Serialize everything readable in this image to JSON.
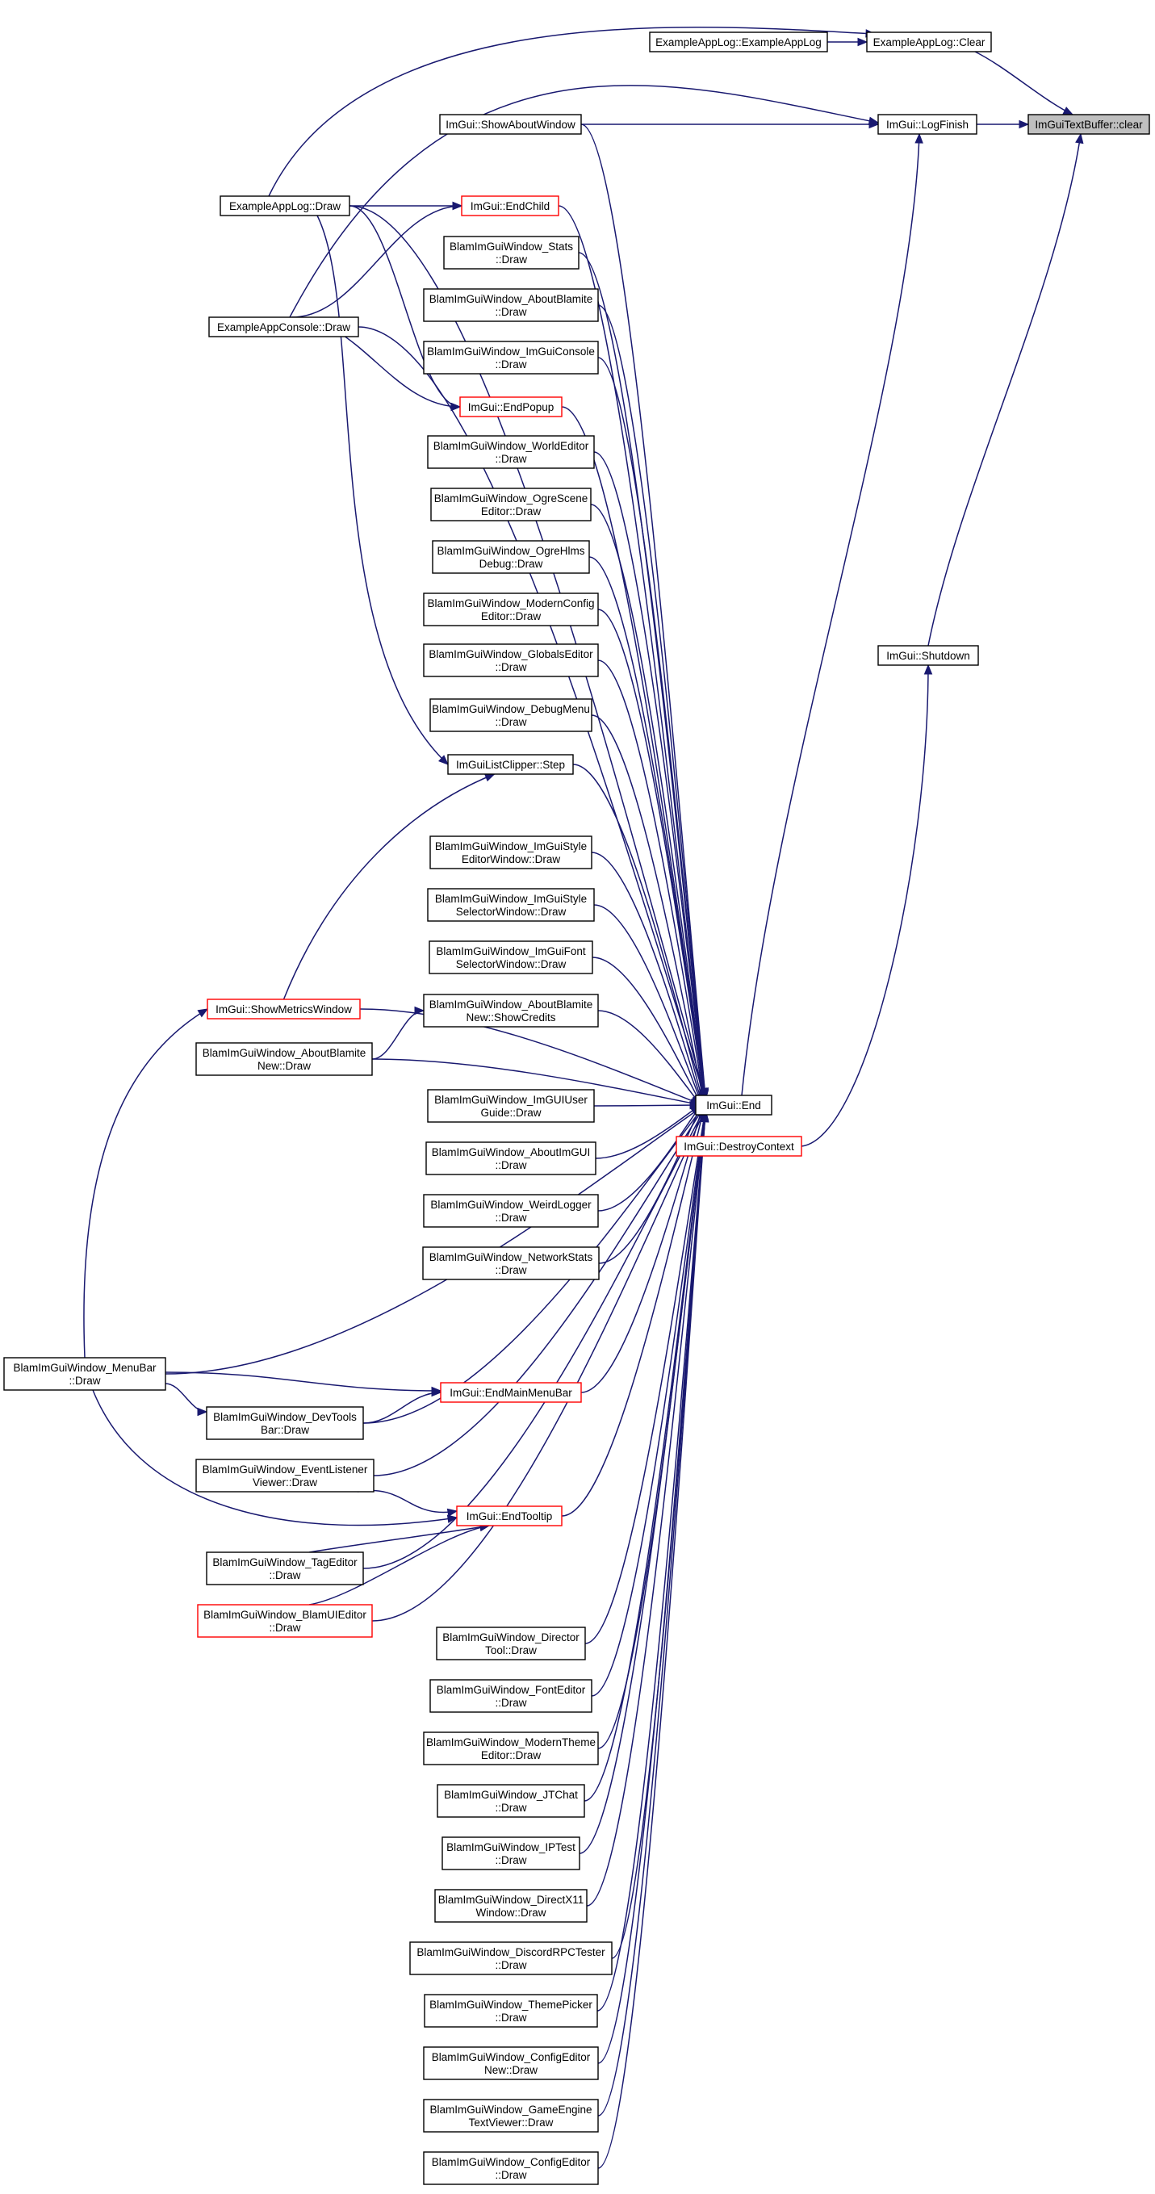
{
  "colors": {
    "edge": "#191970",
    "node_border": "#000000",
    "truncated_border": "#ff0000",
    "root_fill": "#bfbfbf",
    "background": "#ffffff"
  },
  "nodes": [
    {
      "id": "textbuffer_clear",
      "lines": [
        "ImGuiTextBuffer::clear"
      ],
      "style": "root"
    },
    {
      "id": "exlog_clear",
      "lines": [
        "ExampleAppLog::Clear"
      ],
      "style": "normal"
    },
    {
      "id": "exlog_ctor",
      "lines": [
        "ExampleAppLog::ExampleAppLog"
      ],
      "style": "normal"
    },
    {
      "id": "logfinish",
      "lines": [
        "ImGui::LogFinish"
      ],
      "style": "normal"
    },
    {
      "id": "showabout",
      "lines": [
        "ImGui::ShowAboutWindow"
      ],
      "style": "normal"
    },
    {
      "id": "exlog_draw",
      "lines": [
        "ExampleAppLog::Draw"
      ],
      "style": "normal"
    },
    {
      "id": "endchild",
      "lines": [
        "ImGui::EndChild"
      ],
      "style": "red"
    },
    {
      "id": "stats",
      "lines": [
        "BlamImGuiWindow_Stats",
        "::Draw"
      ],
      "style": "normal"
    },
    {
      "id": "exconsole_draw",
      "lines": [
        "ExampleAppConsole::Draw"
      ],
      "style": "normal"
    },
    {
      "id": "aboutblamite",
      "lines": [
        "BlamImGuiWindow_AboutBlamite",
        "::Draw"
      ],
      "style": "normal"
    },
    {
      "id": "imguiconsole",
      "lines": [
        "BlamImGuiWindow_ImGuiConsole",
        "::Draw"
      ],
      "style": "normal"
    },
    {
      "id": "endpopup",
      "lines": [
        "ImGui::EndPopup"
      ],
      "style": "red"
    },
    {
      "id": "worldeditor",
      "lines": [
        "BlamImGuiWindow_WorldEditor",
        "::Draw"
      ],
      "style": "normal"
    },
    {
      "id": "ogrescene",
      "lines": [
        "BlamImGuiWindow_OgreScene",
        "Editor::Draw"
      ],
      "style": "normal"
    },
    {
      "id": "ogrehlms",
      "lines": [
        "BlamImGuiWindow_OgreHlms",
        "Debug::Draw"
      ],
      "style": "normal"
    },
    {
      "id": "modernconfig",
      "lines": [
        "BlamImGuiWindow_ModernConfig",
        "Editor::Draw"
      ],
      "style": "normal"
    },
    {
      "id": "shutdown",
      "lines": [
        "ImGui::Shutdown"
      ],
      "style": "normal"
    },
    {
      "id": "globals",
      "lines": [
        "BlamImGuiWindow_GlobalsEditor",
        "::Draw"
      ],
      "style": "normal"
    },
    {
      "id": "debugmenu",
      "lines": [
        "BlamImGuiWindow_DebugMenu",
        "::Draw"
      ],
      "style": "normal"
    },
    {
      "id": "listclipper",
      "lines": [
        "ImGuiListClipper::Step"
      ],
      "style": "normal"
    },
    {
      "id": "styleeditor",
      "lines": [
        "BlamImGuiWindow_ImGuiStyle",
        "EditorWindow::Draw"
      ],
      "style": "normal"
    },
    {
      "id": "styleselector",
      "lines": [
        "BlamImGuiWindow_ImGuiStyle",
        "SelectorWindow::Draw"
      ],
      "style": "normal"
    },
    {
      "id": "fontselector",
      "lines": [
        "BlamImGuiWindow_ImGuiFont",
        "SelectorWindow::Draw"
      ],
      "style": "normal"
    },
    {
      "id": "showmetrics",
      "lines": [
        "ImGui::ShowMetricsWindow"
      ],
      "style": "red"
    },
    {
      "id": "credits",
      "lines": [
        "BlamImGuiWindow_AboutBlamite",
        "New::ShowCredits"
      ],
      "style": "normal"
    },
    {
      "id": "aboutnew",
      "lines": [
        "BlamImGuiWindow_AboutBlamite",
        "New::Draw"
      ],
      "style": "normal"
    },
    {
      "id": "end",
      "lines": [
        "ImGui::End"
      ],
      "style": "normal"
    },
    {
      "id": "userguide",
      "lines": [
        "BlamImGuiWindow_ImGUIUser",
        "Guide::Draw"
      ],
      "style": "normal"
    },
    {
      "id": "destroycontext",
      "lines": [
        "ImGui::DestroyContext"
      ],
      "style": "red"
    },
    {
      "id": "aboutimgui",
      "lines": [
        "BlamImGuiWindow_AboutImGUI",
        "::Draw"
      ],
      "style": "normal"
    },
    {
      "id": "weirdlogger",
      "lines": [
        "BlamImGuiWindow_WeirdLogger",
        "::Draw"
      ],
      "style": "normal"
    },
    {
      "id": "networkstats",
      "lines": [
        "BlamImGuiWindow_NetworkStats",
        "::Draw"
      ],
      "style": "normal"
    },
    {
      "id": "menubar",
      "lines": [
        "BlamImGuiWindow_MenuBar",
        "::Draw"
      ],
      "style": "normal"
    },
    {
      "id": "endmainmenubar",
      "lines": [
        "ImGui::EndMainMenuBar"
      ],
      "style": "red"
    },
    {
      "id": "devtools",
      "lines": [
        "BlamImGuiWindow_DevTools",
        "Bar::Draw"
      ],
      "style": "normal"
    },
    {
      "id": "eventlistener",
      "lines": [
        "BlamImGuiWindow_EventListener",
        "Viewer::Draw"
      ],
      "style": "normal"
    },
    {
      "id": "endtooltip",
      "lines": [
        "ImGui::EndTooltip"
      ],
      "style": "red"
    },
    {
      "id": "tageditor",
      "lines": [
        "BlamImGuiWindow_TagEditor",
        "::Draw"
      ],
      "style": "normal"
    },
    {
      "id": "blamuieditor",
      "lines": [
        "BlamImGuiWindow_BlamUIEditor",
        "::Draw"
      ],
      "style": "red"
    },
    {
      "id": "director",
      "lines": [
        "BlamImGuiWindow_Director",
        "Tool::Draw"
      ],
      "style": "normal"
    },
    {
      "id": "fonteditor",
      "lines": [
        "BlamImGuiWindow_FontEditor",
        "::Draw"
      ],
      "style": "normal"
    },
    {
      "id": "moderntheme",
      "lines": [
        "BlamImGuiWindow_ModernTheme",
        "Editor::Draw"
      ],
      "style": "normal"
    },
    {
      "id": "jtchat",
      "lines": [
        "BlamImGuiWindow_JTChat",
        "::Draw"
      ],
      "style": "normal"
    },
    {
      "id": "iptest",
      "lines": [
        "BlamImGuiWindow_IPTest",
        "::Draw"
      ],
      "style": "normal"
    },
    {
      "id": "directx11",
      "lines": [
        "BlamImGuiWindow_DirectX11",
        "Window::Draw"
      ],
      "style": "normal"
    },
    {
      "id": "discordrpc",
      "lines": [
        "BlamImGuiWindow_DiscordRPCTester",
        "::Draw"
      ],
      "style": "normal"
    },
    {
      "id": "themepicker",
      "lines": [
        "BlamImGuiWindow_ThemePicker",
        "::Draw"
      ],
      "style": "normal"
    },
    {
      "id": "configeditornew",
      "lines": [
        "BlamImGuiWindow_ConfigEditor",
        "New::Draw"
      ],
      "style": "normal"
    },
    {
      "id": "gameengine",
      "lines": [
        "BlamImGuiWindow_GameEngine",
        "TextViewer::Draw"
      ],
      "style": "normal"
    },
    {
      "id": "configeditor",
      "lines": [
        "BlamImGuiWindow_ConfigEditor",
        "::Draw"
      ],
      "style": "normal"
    }
  ],
  "edges": [
    [
      "exlog_clear",
      "textbuffer_clear"
    ],
    [
      "logfinish",
      "textbuffer_clear"
    ],
    [
      "shutdown",
      "textbuffer_clear"
    ],
    [
      "exlog_ctor",
      "exlog_clear"
    ],
    [
      "exlog_draw",
      "exlog_clear"
    ],
    [
      "showabout",
      "logfinish"
    ],
    [
      "exconsole_draw",
      "logfinish"
    ],
    [
      "end",
      "logfinish"
    ],
    [
      "destroycontext",
      "shutdown"
    ],
    [
      "exlog_draw",
      "endchild"
    ],
    [
      "exconsole_draw",
      "endchild"
    ],
    [
      "exlog_draw",
      "endpopup"
    ],
    [
      "exconsole_draw",
      "endpopup"
    ],
    [
      "exlog_draw",
      "listclipper"
    ],
    [
      "showmetrics",
      "listclipper"
    ],
    [
      "aboutnew",
      "credits"
    ],
    [
      "menubar",
      "showmetrics"
    ],
    [
      "menubar",
      "endmainmenubar"
    ],
    [
      "devtools",
      "endmainmenubar"
    ],
    [
      "menubar",
      "devtools"
    ],
    [
      "menubar",
      "endtooltip"
    ],
    [
      "eventlistener",
      "endtooltip"
    ],
    [
      "tageditor",
      "endtooltip"
    ],
    [
      "blamuieditor",
      "endtooltip"
    ],
    [
      "showabout",
      "end"
    ],
    [
      "exlog_draw",
      "end"
    ],
    [
      "endchild",
      "end"
    ],
    [
      "stats",
      "end"
    ],
    [
      "exconsole_draw",
      "end"
    ],
    [
      "aboutblamite",
      "end"
    ],
    [
      "imguiconsole",
      "end"
    ],
    [
      "endpopup",
      "end"
    ],
    [
      "worldeditor",
      "end"
    ],
    [
      "ogrescene",
      "end"
    ],
    [
      "ogrehlms",
      "end"
    ],
    [
      "modernconfig",
      "end"
    ],
    [
      "globals",
      "end"
    ],
    [
      "debugmenu",
      "end"
    ],
    [
      "listclipper",
      "end"
    ],
    [
      "styleeditor",
      "end"
    ],
    [
      "styleselector",
      "end"
    ],
    [
      "fontselector",
      "end"
    ],
    [
      "showmetrics",
      "end"
    ],
    [
      "credits",
      "end"
    ],
    [
      "aboutnew",
      "end"
    ],
    [
      "userguide",
      "end"
    ],
    [
      "aboutimgui",
      "end"
    ],
    [
      "weirdlogger",
      "end"
    ],
    [
      "networkstats",
      "end"
    ],
    [
      "menubar",
      "end"
    ],
    [
      "endmainmenubar",
      "end"
    ],
    [
      "devtools",
      "end"
    ],
    [
      "eventlistener",
      "end"
    ],
    [
      "endtooltip",
      "end"
    ],
    [
      "tageditor",
      "end"
    ],
    [
      "blamuieditor",
      "end"
    ],
    [
      "director",
      "end"
    ],
    [
      "fonteditor",
      "end"
    ],
    [
      "moderntheme",
      "end"
    ],
    [
      "jtchat",
      "end"
    ],
    [
      "iptest",
      "end"
    ],
    [
      "directx11",
      "end"
    ],
    [
      "discordrpc",
      "end"
    ],
    [
      "themepicker",
      "end"
    ],
    [
      "configeditornew",
      "end"
    ],
    [
      "gameengine",
      "end"
    ],
    [
      "configeditor",
      "end"
    ]
  ]
}
